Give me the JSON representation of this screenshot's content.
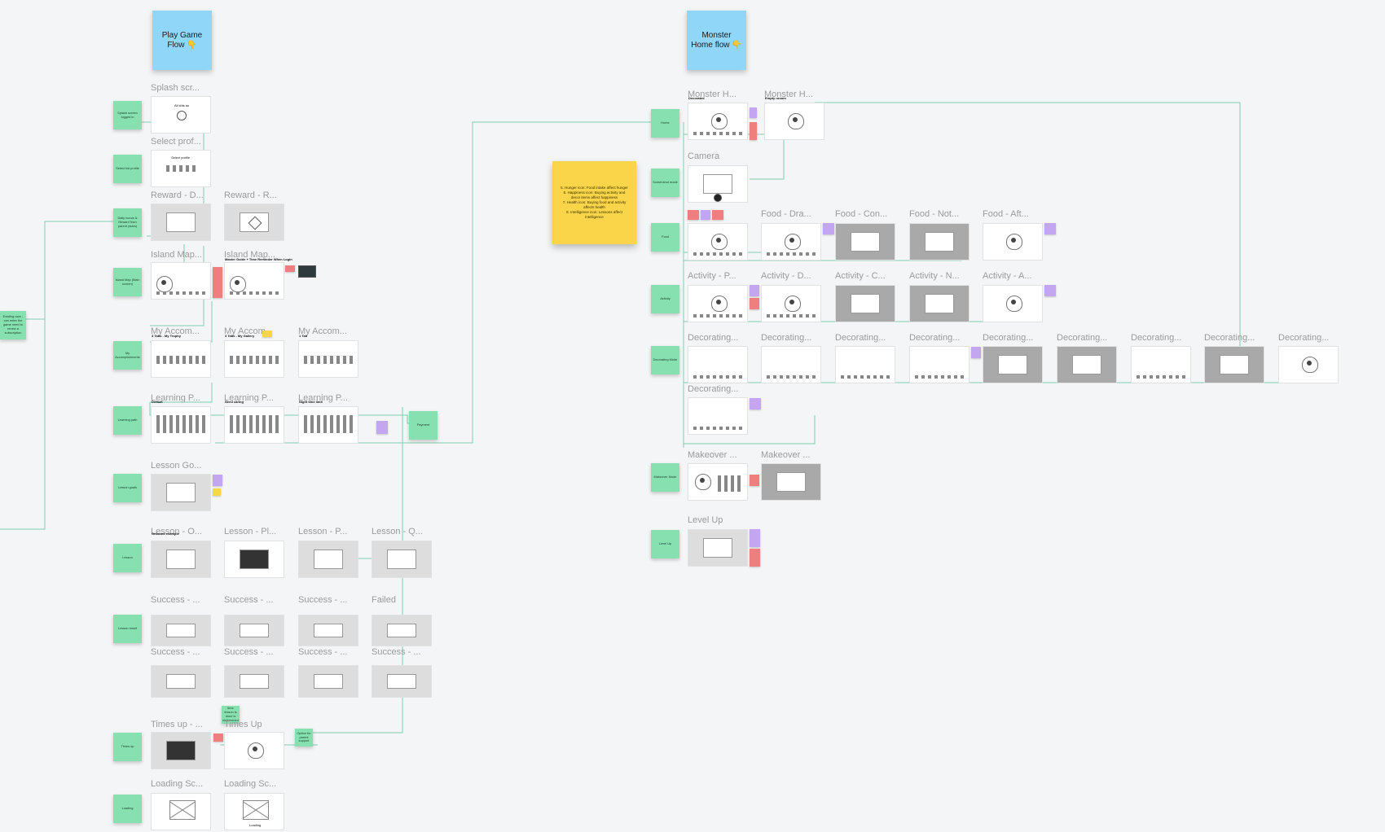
{
  "left_flow": {
    "header": "Play Game Flow 👇",
    "side_note": "Existing user - can enter the game need to renew a subscription",
    "rows": [
      {
        "sticky": "Splash screen logged in",
        "titles": [
          "Splash scr..."
        ]
      },
      {
        "sticky": "Select kid profile",
        "titles": [
          "Select prof..."
        ]
      },
      {
        "sticky": "Daily bonus & Reward from parent (stars)",
        "titles": [
          "Reward - D...",
          "Reward - R..."
        ]
      },
      {
        "sticky": "Island Map (Main screen)",
        "titles": [
          "Island Map...",
          "Island Map..."
        ],
        "labels": [
          "Master Guide + Time Reminder When Login"
        ]
      },
      {
        "sticky": "My Accomplishments",
        "titles": [
          "My Accom...",
          "My Accom...",
          "My Accom..."
        ],
        "labels": [
          "3 Tabs - My Trophy",
          "3 Tabs - My Gallery",
          "1 Tab"
        ]
      },
      {
        "sticky": "Learning path",
        "titles": [
          "Learning P...",
          "Learning P...",
          "Learning P..."
        ],
        "labels": [
          "Default",
          "Need caring",
          "Night time limit"
        ]
      },
      {
        "sticky": "Lesson goals",
        "titles": [
          "Lesson Go..."
        ]
      },
      {
        "sticky": "Lesson",
        "titles": [
          "Lesson - O...",
          "Lesson - Pl...",
          "Lesson - P...",
          "Lesson - Q..."
        ],
        "labels": [
          "Onboard example"
        ]
      },
      {
        "sticky": "Lesson result",
        "titles": [
          "Success - ...",
          "Success - ...",
          "Success - ...",
          "Failed",
          "Success - ...",
          "Success - ...",
          "Success - ...",
          "Success - ..."
        ]
      },
      {
        "sticky": "Times up",
        "titles": [
          "Times up - ...",
          "Times Up"
        ]
      },
      {
        "sticky": "Loading",
        "titles": [
          "Loading Sc...",
          "Loading Sc..."
        ]
      }
    ],
    "payment_sticky": "Payment",
    "timesup_note": "Times up a time lesson is done is determined by parent",
    "timesup_note2": "Option for parent support"
  },
  "right_flow": {
    "header": "Monster Home flow 👇",
    "stats_note": "5. Hunger icon: Food intake affect hunger\n6. Happiness icon: Buying activity and decor items affect happiness\n7. Health icon: Buying food and activity affects health\n8. Intelligence icon: Lessons affect intelligence",
    "rows": [
      {
        "sticky": "Home",
        "titles": [
          "Monster H...",
          "Monster H..."
        ],
        "labels": [
          "Decorated",
          "Empty rooom"
        ]
      },
      {
        "sticky": "Screenshot mode",
        "titles": [
          "Camera"
        ]
      },
      {
        "sticky": "Food",
        "titles": [
          "Food - Dra...",
          "Food - Con...",
          "Food - Not...",
          "Food - Aft..."
        ]
      },
      {
        "sticky": "Activity",
        "titles": [
          "Activity - P...",
          "Activity - D...",
          "Activity - C...",
          "Activity - N...",
          "Activity - A..."
        ]
      },
      {
        "sticky": "Decorating Mode",
        "titles": [
          "Decorating...",
          "Decorating...",
          "Decorating...",
          "Decorating...",
          "Decorating...",
          "Decorating...",
          "Decorating...",
          "Decorating...",
          "Decorating...",
          "Decorating..."
        ]
      },
      {
        "sticky": "Makeover Mode",
        "titles": [
          "Makeover ...",
          "Makeover ..."
        ]
      },
      {
        "sticky": "Level Up",
        "titles": [
          "Level Up"
        ]
      }
    ]
  },
  "frame_text": {
    "splash": "All kids ao",
    "select": "Select profile",
    "loading": "Loading"
  },
  "colors": {
    "canvas": "#f4f5f6",
    "header_note": "#8fd6f8",
    "sticky_green": "#86e0b0",
    "sticky_yellow": "#fad54a",
    "connector": "#7fcfb0"
  }
}
